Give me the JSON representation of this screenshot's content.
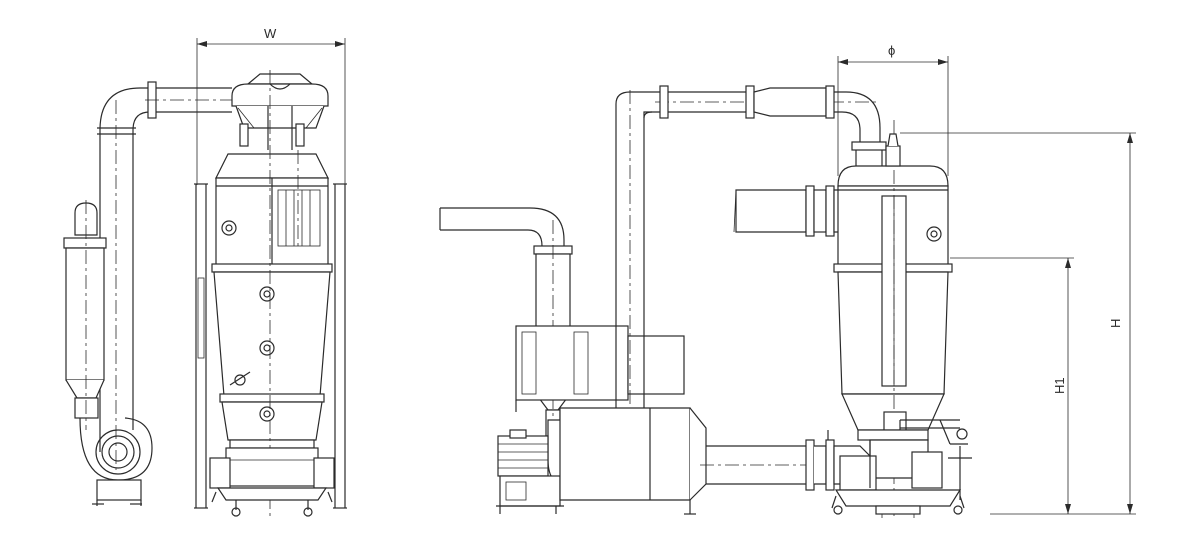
{
  "dimensions": {
    "width_label": "W",
    "diameter_label": "ϕ",
    "height_label": "H",
    "height1_label": "H1"
  },
  "colors": {
    "line": "#2b2b2b",
    "background": "#ffffff"
  }
}
